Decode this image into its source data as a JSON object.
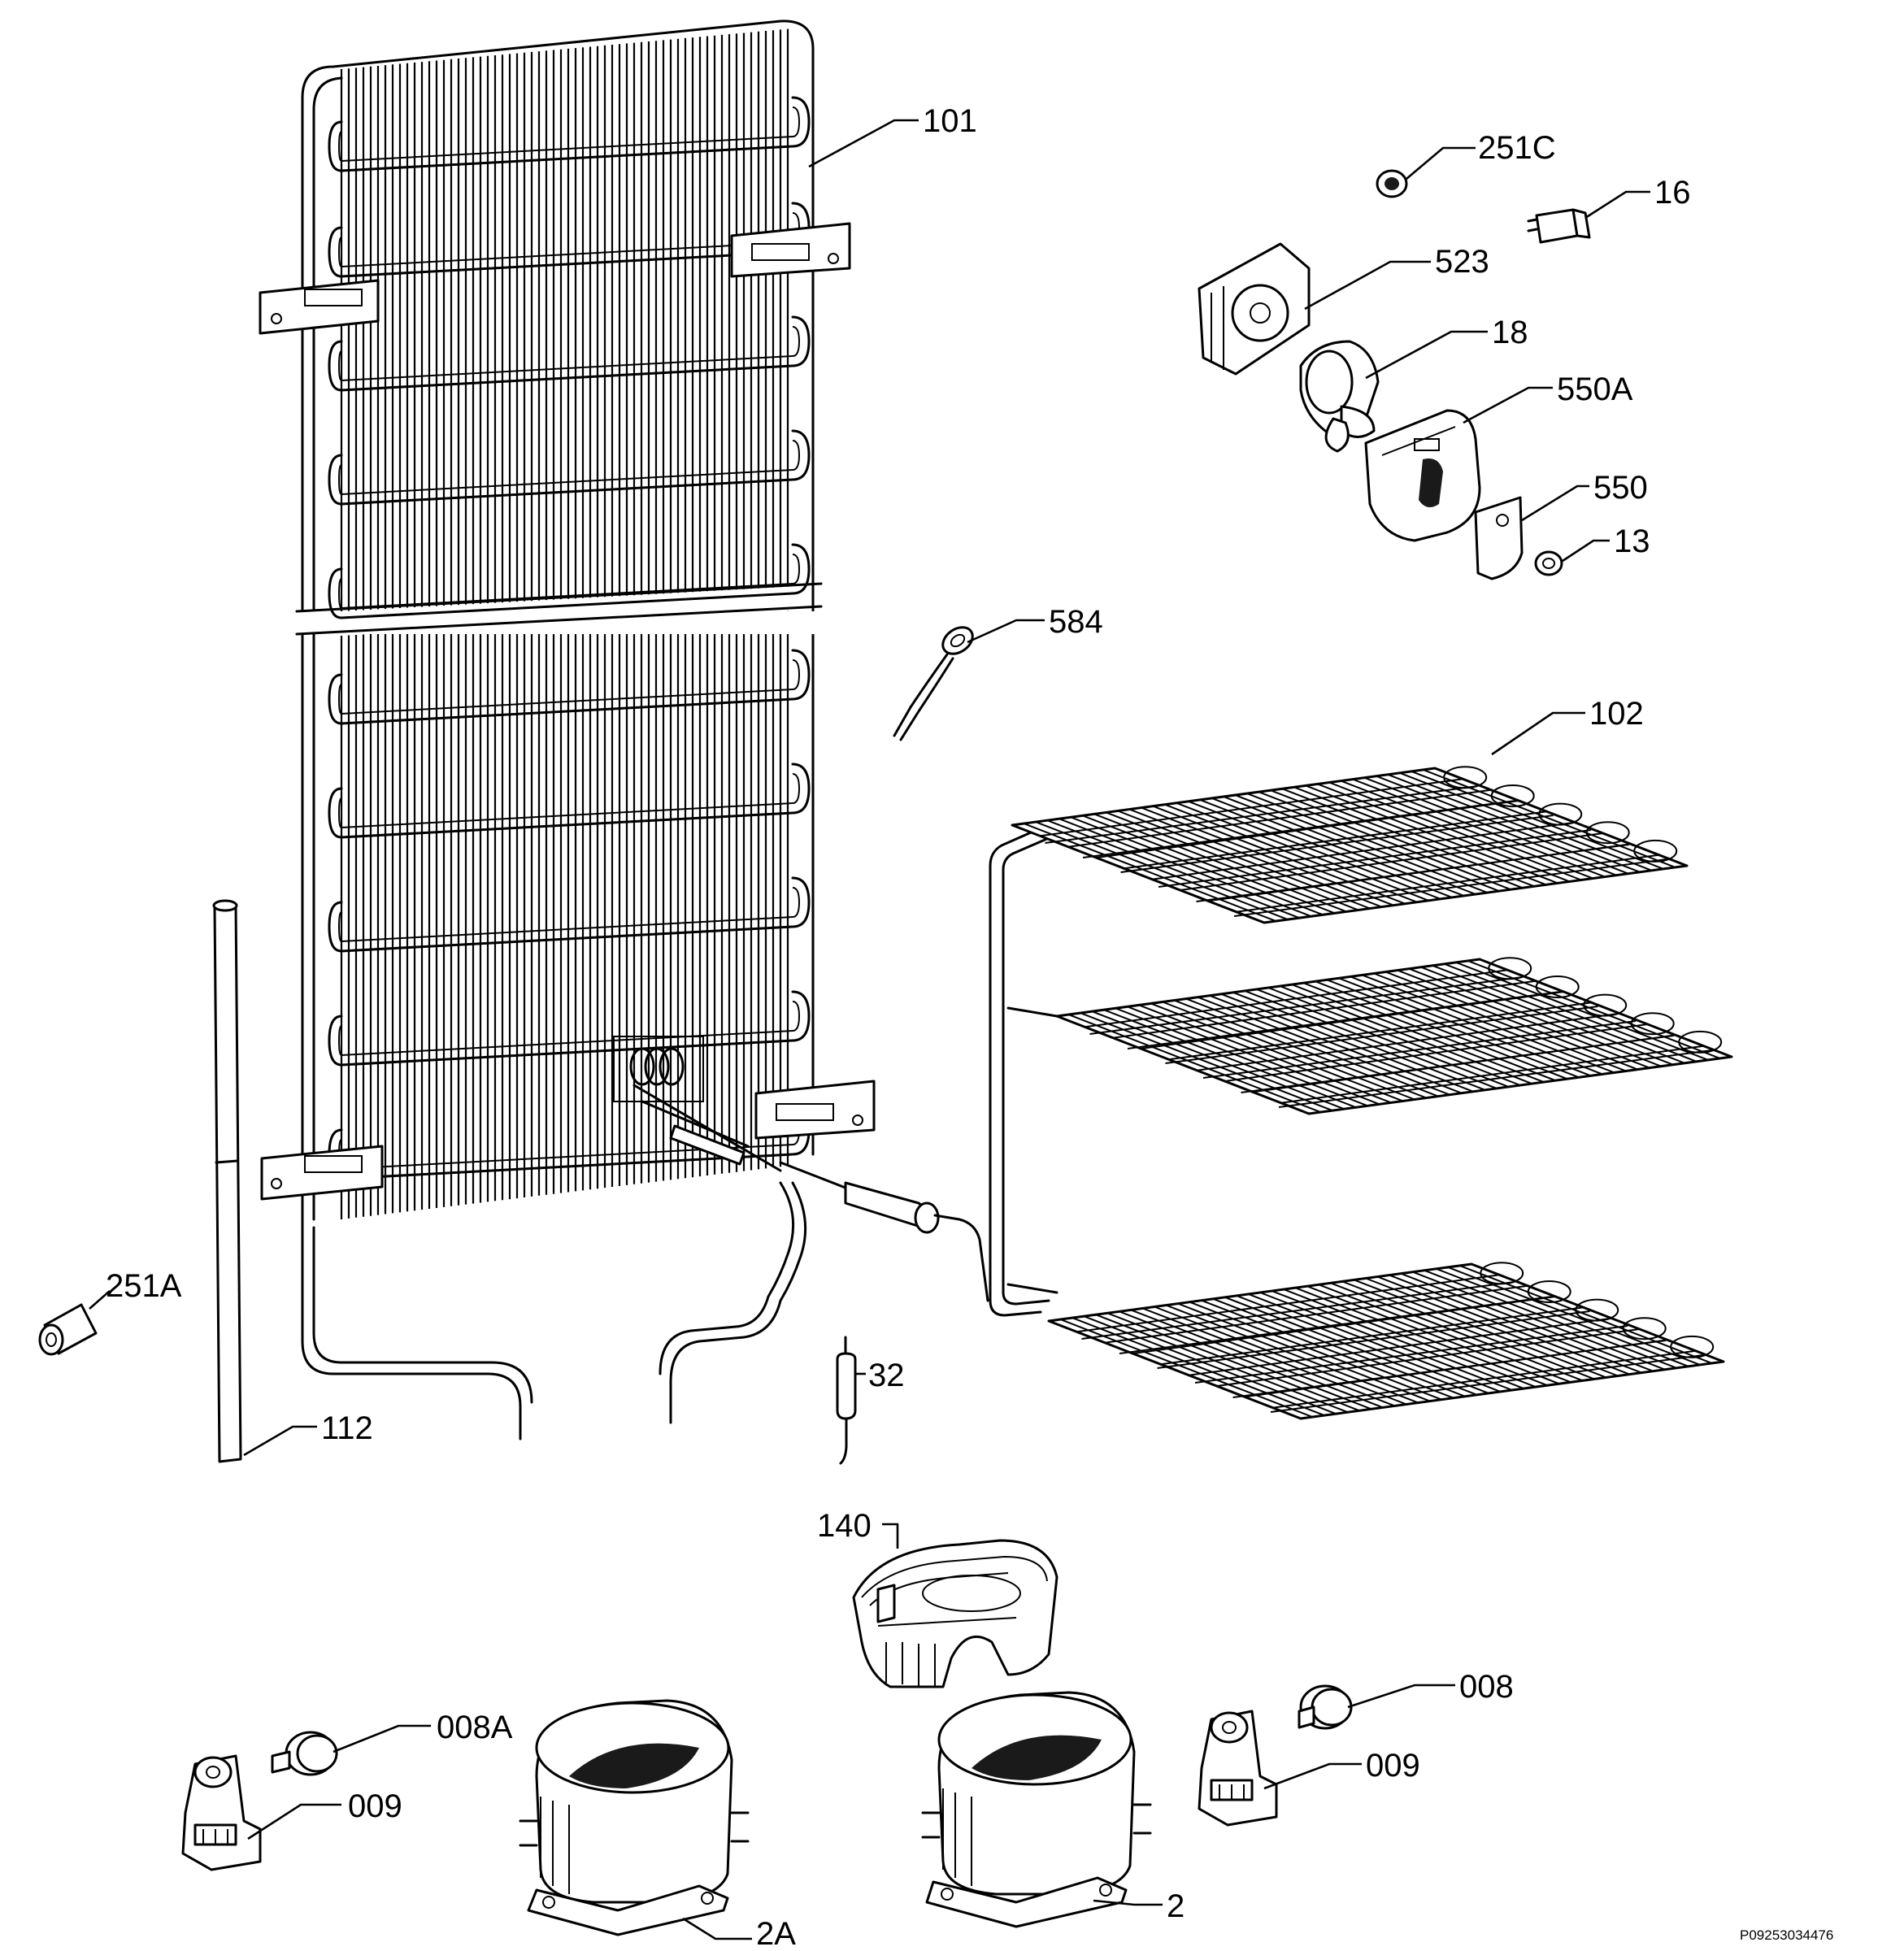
{
  "labels": {
    "p101": "101",
    "p251c": "251C",
    "p16": "16",
    "p523": "523",
    "p18": "18",
    "p550a": "550A",
    "p550": "550",
    "p13": "13",
    "p584": "584",
    "p102": "102",
    "p251a": "251A",
    "p32": "32",
    "p112": "112",
    "p140": "140",
    "p008a": "008A",
    "p009_left": "009",
    "p2a": "2A",
    "p008": "008",
    "p009_right": "009",
    "p2": "2"
  },
  "drawing_code": "P09253034476"
}
